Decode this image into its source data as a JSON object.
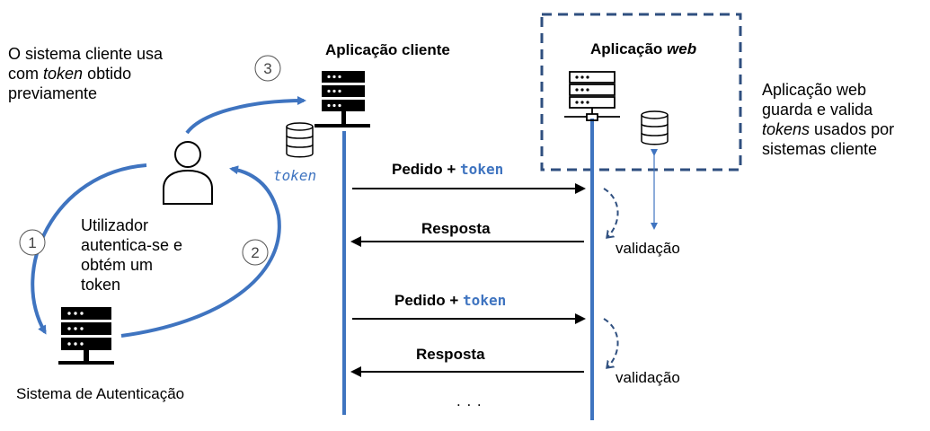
{
  "client_note": {
    "line1": "O sistema cliente usa",
    "line2_prefix": "com ",
    "line2_token": "token",
    "line2_suffix": " obtido",
    "line3": "previamente"
  },
  "client_app": {
    "title": "Aplicação cliente",
    "db_label": "token"
  },
  "web_app": {
    "title_prefix": "Aplicação ",
    "title_emph": "web"
  },
  "web_note": {
    "line1": "Aplicação web",
    "line2": "guarda e valida",
    "line3_emph": "tokens",
    "line3_rest": " usados por",
    "line4": "sistemas cliente"
  },
  "user_note": [
    "Utilizador",
    "autentica-se e",
    "obtém um",
    "token"
  ],
  "auth_system": {
    "label": "Sistema de Autenticação"
  },
  "steps": [
    "1",
    "2",
    "3"
  ],
  "messages": {
    "request_1": {
      "prefix": "Pedido + ",
      "token": "token"
    },
    "response_1": "Resposta",
    "validation_1": "validação",
    "request_2": {
      "prefix": "Pedido + ",
      "token": "token"
    },
    "response_2": "Resposta",
    "validation_2": "validação",
    "ellipsis": ". . ."
  },
  "colors": {
    "accent_blue": "#3f74c0",
    "dark_blue": "#2f4f7f",
    "black": "#000000"
  }
}
